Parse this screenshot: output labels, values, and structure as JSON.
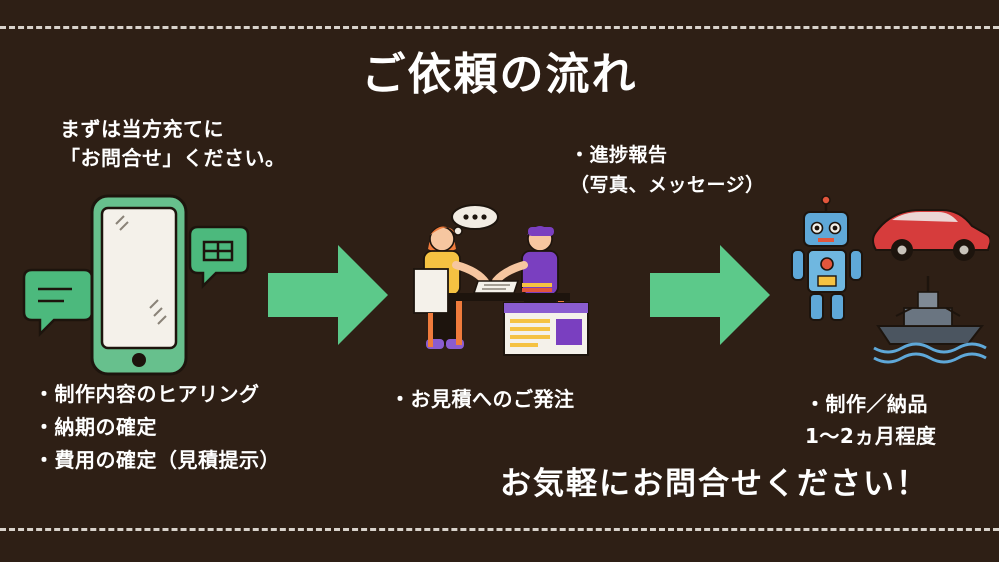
{
  "page": {
    "title": "ご依頼の流れ",
    "background_color": "#2e1f15",
    "text_color": "#ffffff",
    "accent_color": "#5cc98a",
    "rule_color": "#d8d2cb"
  },
  "steps": [
    {
      "id": "step-1",
      "lead": "まずは当方充てに\n「お問合せ」ください。",
      "illustration": "smartphone-with-chat-bubbles",
      "caption": "・制作内容のヒアリング\n・納期の確定\n・費用の確定（見積提示）"
    },
    {
      "id": "step-2",
      "illustration": "two-people-at-desk-meeting",
      "caption": "・お見積へのご発注"
    },
    {
      "id": "step-3",
      "top_note": "・進捗報告\n（写真、メッセージ）",
      "illustration": "robot-car-battleship-models",
      "caption": "・制作／納品\n1〜2ヵ月程度"
    }
  ],
  "arrows": [
    {
      "id": "arrow-1",
      "direction": "right",
      "color": "#5cc98a"
    },
    {
      "id": "arrow-2",
      "direction": "right",
      "color": "#5cc98a"
    }
  ],
  "closing": "お気軽にお問合せください！"
}
